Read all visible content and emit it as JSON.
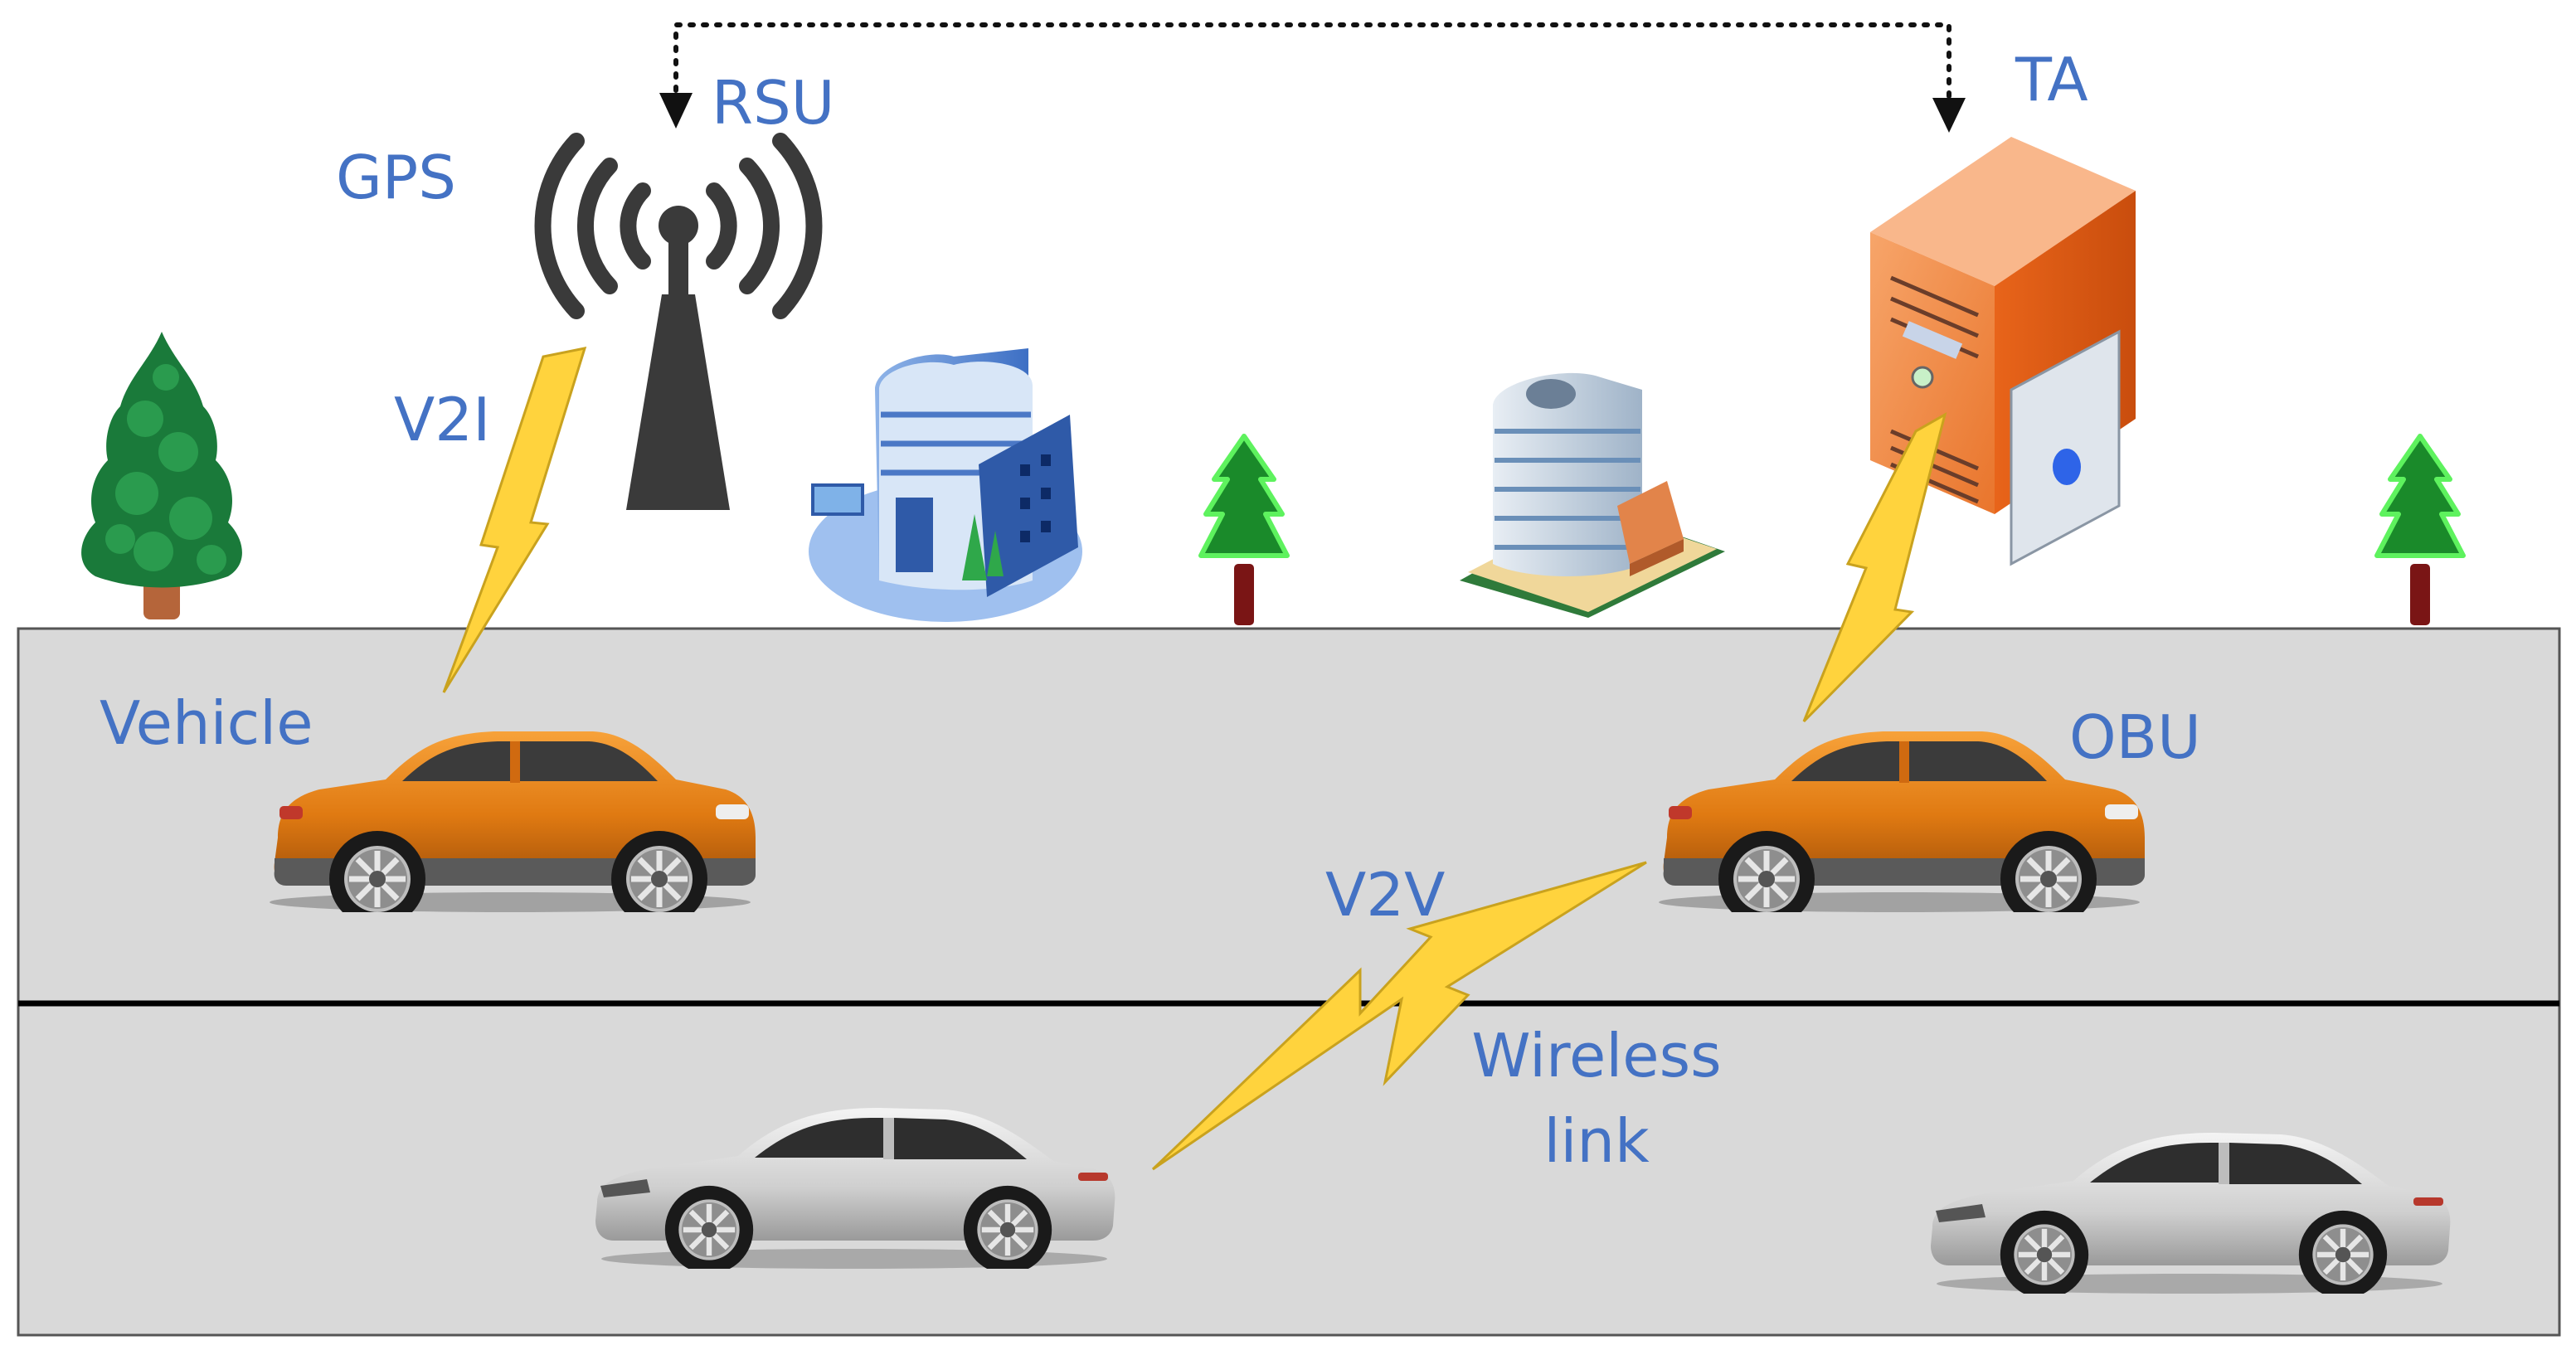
{
  "labels": {
    "gps": "GPS",
    "rsu": "RSU",
    "ta": "TA",
    "v2i": "V2I",
    "vehicle": "Vehicle",
    "obu": "OBU",
    "v2v": "V2V",
    "wireless_line1": "Wireless",
    "wireless_line2": "link"
  },
  "colors": {
    "label_blue": "#4472c4",
    "road_gray": "#d9d9d9",
    "lightning_yellow": "#ffd33d",
    "car_orange": "#e07a12",
    "car_silver": "#d4d4d4",
    "server_orange": "#f4893b",
    "tree_green": "#1a7a3a",
    "bright_tree_green": "#22c22a",
    "tower_gray": "#3a3a3a"
  },
  "icons": [
    "rsu-tower-icon",
    "ta-server-icon",
    "tree-icon",
    "building-icon",
    "orange-car-icon",
    "silver-car-icon",
    "lightning-icon"
  ]
}
